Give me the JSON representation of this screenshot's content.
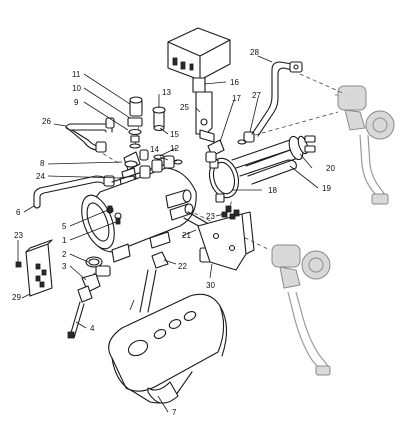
{
  "diagram": {
    "callouts": {
      "c1": "1",
      "c2": "2",
      "c3": "3",
      "c4": "4",
      "c5": "5",
      "c6": "6",
      "c7": "7",
      "c8": "8",
      "c9": "9",
      "c10": "10",
      "c11": "11",
      "c12": "12",
      "c13": "13",
      "c14": "14",
      "c15": "15",
      "c16": "16",
      "c17": "17",
      "c18": "18",
      "c19": "19",
      "c20": "20",
      "c21": "21",
      "c22": "22",
      "c23a": "23",
      "c23b": "23",
      "c24": "24",
      "c25": "25",
      "c26": "26",
      "c27": "27",
      "c28": "28",
      "c29": "29",
      "c30": "30"
    }
  }
}
